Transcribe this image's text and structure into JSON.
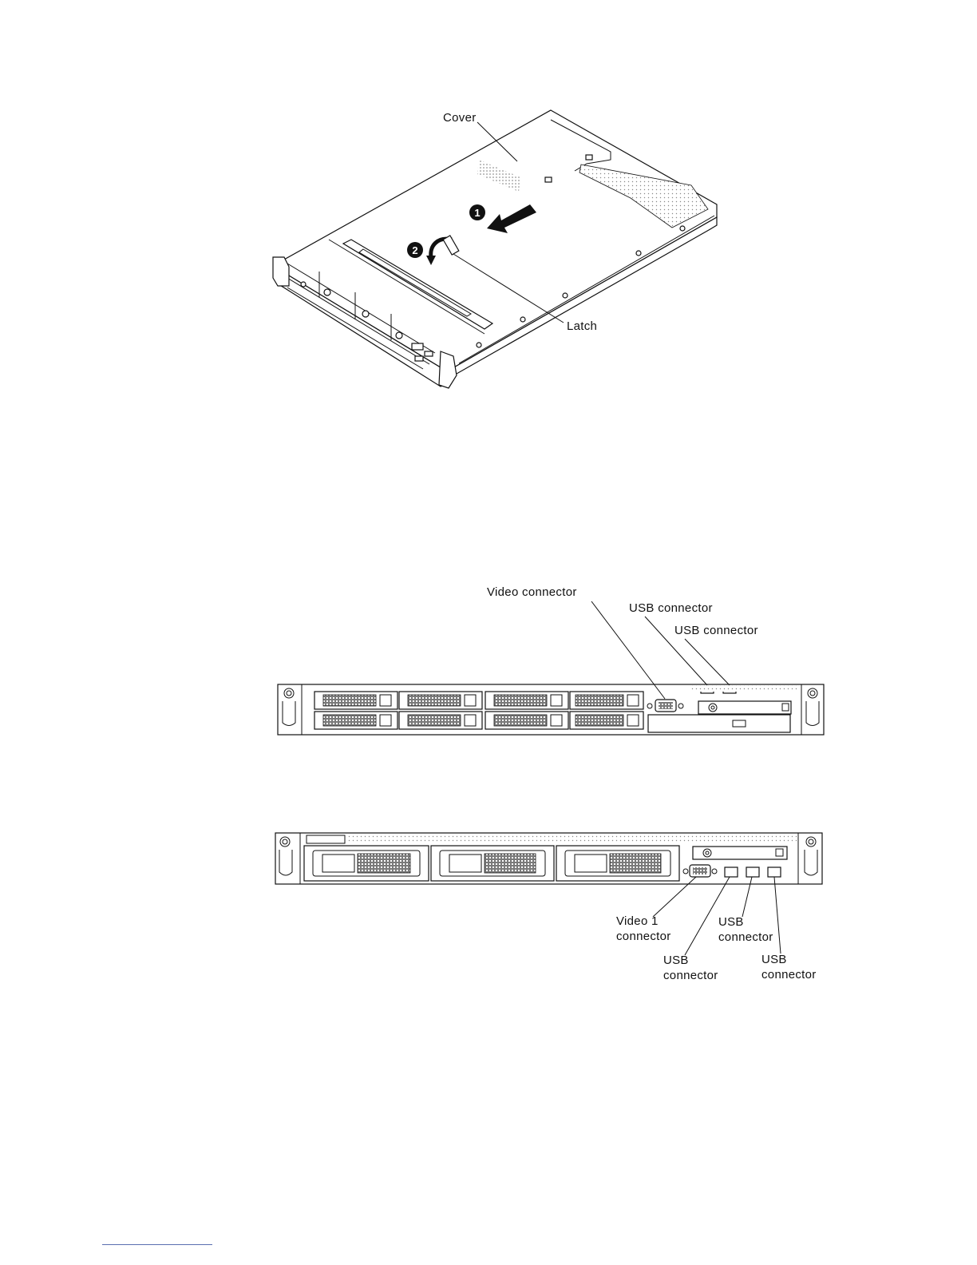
{
  "figure1": {
    "labels": {
      "cover": "Cover",
      "latch": "Latch"
    },
    "steps": [
      "1",
      "2"
    ]
  },
  "figure2": {
    "labels": {
      "video": "Video connector",
      "usb_a": "USB connector",
      "usb_b": "USB connector"
    }
  },
  "figure3": {
    "labels": {
      "video1_l1": "Video 1",
      "video1_l2": "connector",
      "usb1_l1": "USB",
      "usb1_l2": "connector",
      "usb2_l1": "USB",
      "usb2_l2": "connector",
      "usb3_l1": "USB",
      "usb3_l2": "connector"
    }
  }
}
